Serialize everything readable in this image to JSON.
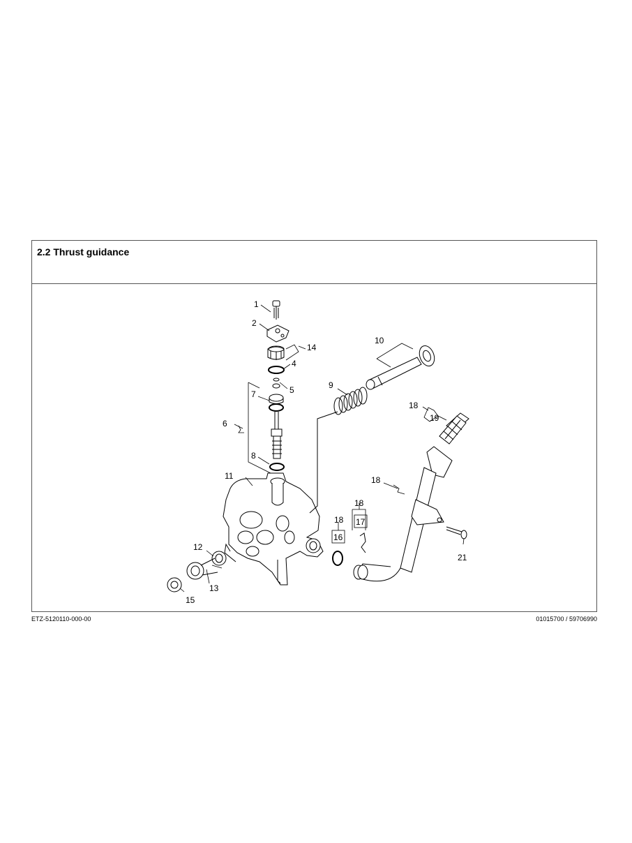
{
  "header": {
    "title": "2.2 Thrust guidance"
  },
  "callouts": [
    {
      "id": "c1",
      "label": "1"
    },
    {
      "id": "c2",
      "label": "2"
    },
    {
      "id": "c14",
      "label": "14"
    },
    {
      "id": "c4",
      "label": "4"
    },
    {
      "id": "c5",
      "label": "5"
    },
    {
      "id": "c7",
      "label": "7"
    },
    {
      "id": "c6",
      "label": "6"
    },
    {
      "id": "c8",
      "label": "8"
    },
    {
      "id": "c10",
      "label": "10"
    },
    {
      "id": "c9",
      "label": "9"
    },
    {
      "id": "c18a",
      "label": "18"
    },
    {
      "id": "c19",
      "label": "19"
    },
    {
      "id": "c11",
      "label": "11"
    },
    {
      "id": "c18b",
      "label": "18"
    },
    {
      "id": "c18c",
      "label": "18"
    },
    {
      "id": "c17",
      "label": "17"
    },
    {
      "id": "c18d",
      "label": "18"
    },
    {
      "id": "c16",
      "label": "16"
    },
    {
      "id": "c12",
      "label": "12"
    },
    {
      "id": "c13",
      "label": "13"
    },
    {
      "id": "c15",
      "label": "15"
    },
    {
      "id": "c21",
      "label": "21"
    }
  ],
  "footer": {
    "left": "ETZ-5120110-000-00",
    "right": "01015700 / 59706990"
  }
}
